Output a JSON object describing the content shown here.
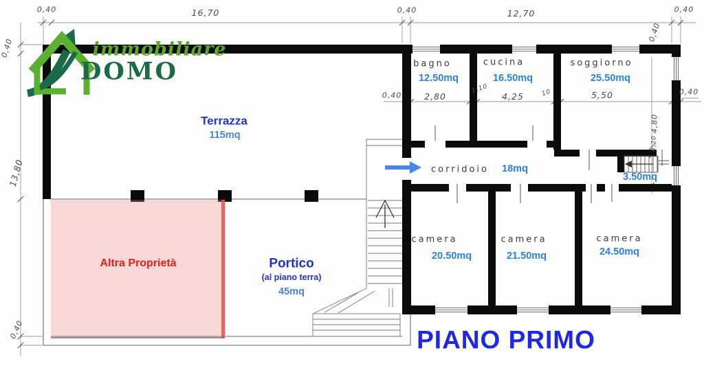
{
  "logo": {
    "brand_top": "immobiliare",
    "brand_bottom": "DOMO"
  },
  "plan_title": "PIANO PRIMO",
  "rooms": {
    "terrazza": {
      "name": "Terrazza",
      "area": "115mq"
    },
    "bagno": {
      "name": "bagno",
      "area": "12.50mq"
    },
    "cucina": {
      "name": "cucina",
      "area": "16.50mq"
    },
    "soggiorno": {
      "name": "soggiorno",
      "area": "25.50mq"
    },
    "corridoio": {
      "name": "corridoio",
      "area": "18mq"
    },
    "stairwell": {
      "area": "3.50mq"
    },
    "camera1": {
      "name": "camera",
      "area": "20.50mq"
    },
    "camera2": {
      "name": "camera",
      "area": "21.50mq"
    },
    "camera3": {
      "name": "camera",
      "area": "24.50mq"
    },
    "portico": {
      "name": "Portico",
      "note": "(al piano terra)",
      "area": "45mq"
    },
    "altra_proprieta": {
      "name": "Altra Proprietà"
    }
  },
  "dimensions": {
    "top_left_vertical": "0,40",
    "top_left": "0,40",
    "terrace_width": "16,70",
    "mid_wall": "0,40",
    "building_width": "12,70",
    "top_right": "0,40",
    "right_corner": "0,40",
    "left_height": "13,80",
    "bottom_left": "0,40",
    "left_wall": "0,40",
    "bagno_width": "2,80",
    "bagno_door": "1,10",
    "cucina_width": "4,25",
    "soggiorno_door": "10",
    "soggiorno_width": "5,50",
    "right_wall": "0,40",
    "soggiorno_depth": "4,80",
    "wall_thickness": "0,20"
  },
  "icons": {
    "entrance_arrow": "right-arrow",
    "stair_up_arrow": "up-arrow",
    "internal_stair_arrow": "left-arrow"
  },
  "colors": {
    "wall_black": "#0b0b0b",
    "accent_blue": "#2f80df",
    "title_blue": "#2433cc",
    "plan_title_blue": "#2026e6",
    "arrow_blue": "#4a86e8",
    "brand_light_green": "#5cb02f",
    "brand_dark_green": "#1b6b4b",
    "highlight_red": "#e02020",
    "highlight_pink_fill": "rgba(236,133,133,0.30)"
  }
}
